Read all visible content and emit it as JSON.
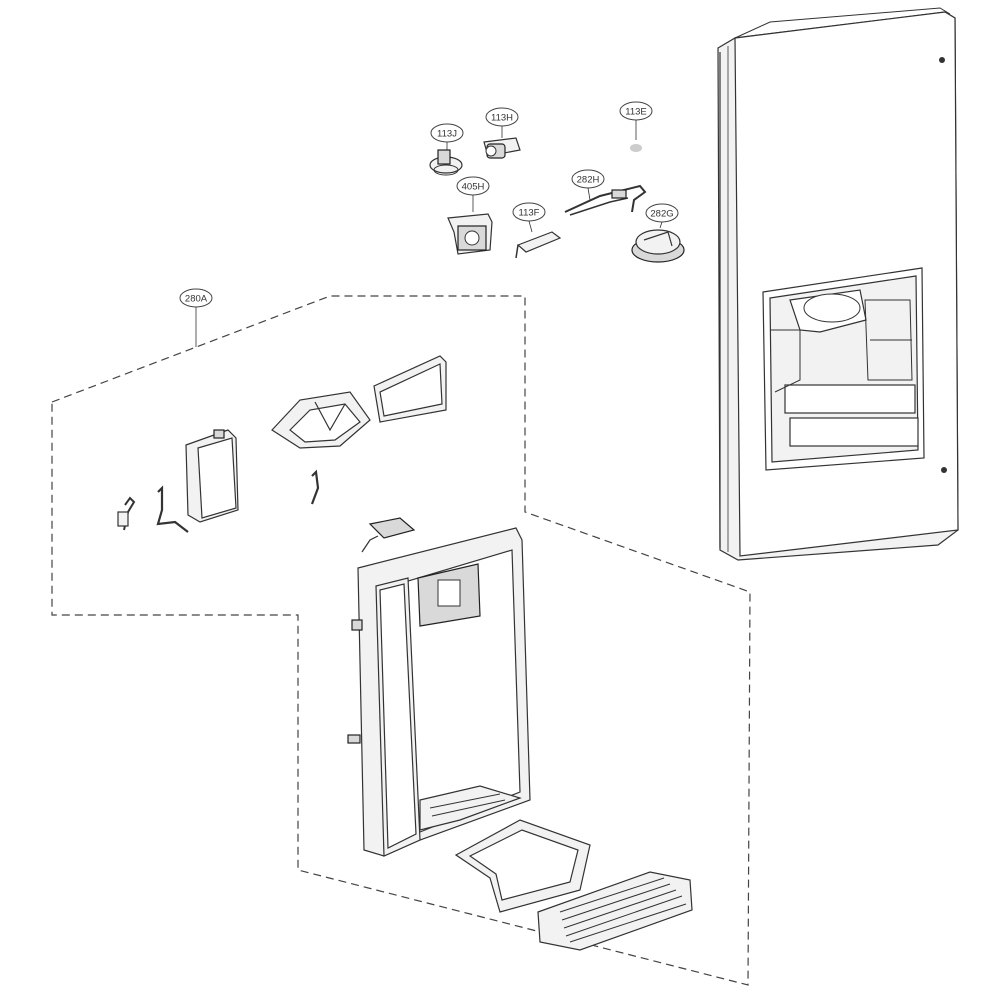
{
  "diagram": {
    "callouts": [
      {
        "id": "c-113j",
        "label": "113J"
      },
      {
        "id": "c-113h",
        "label": "113H"
      },
      {
        "id": "c-113e",
        "label": "113E"
      },
      {
        "id": "c-405h",
        "label": "405H"
      },
      {
        "id": "c-282h",
        "label": "282H"
      },
      {
        "id": "c-113f",
        "label": "113F"
      },
      {
        "id": "c-282g",
        "label": "282G"
      },
      {
        "id": "c-280a",
        "label": "280A"
      }
    ]
  }
}
